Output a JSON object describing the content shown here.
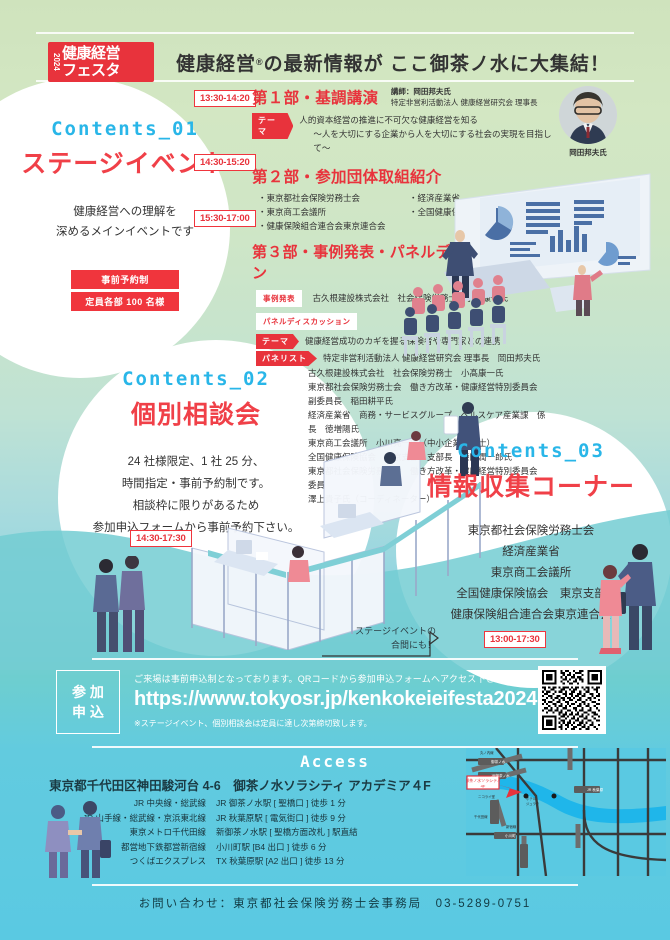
{
  "header": {
    "logo_year": "2024",
    "logo_line1": "健康経営",
    "logo_line2": "フェスタ",
    "headline_pre": "健康経営",
    "headline_reg": "®",
    "headline_post": "の最新情報が ここ御茶ノ水に大集結！"
  },
  "contents01": {
    "number": "Contents_01",
    "title": "ステージイベント",
    "body_line1": "健康経営への理解を",
    "body_line2": "深めるメインイベントです",
    "badge_reserve": "事前予約制",
    "badge_capacity": "定員各部 100 名様"
  },
  "program": {
    "parts": [
      {
        "time": "13:30-14:20",
        "title": "第１部・基調講演",
        "lecturer_line1": "講師：岡田邦夫氏",
        "lecturer_line2": "特定非営利活動法人 健康経営研究会 理事長",
        "theme_tag": "テーマ",
        "theme_line1": "人的資本経営の推進に不可欠な健康経営を知る",
        "theme_line2": "〜人を大切にする企業から人を大切にする社会の実現を目指して〜"
      },
      {
        "time": "14:30-15:20",
        "title": "第２部・参加団体取組紹介",
        "orgs_left": [
          "東京都社会保険労務士会",
          "東京商工会議所",
          "健康保険組合連合会東京連合会"
        ],
        "orgs_right": [
          "経済産業省",
          "全国健康保険協会　東京支部"
        ]
      },
      {
        "time": "15:30-17:00",
        "title": "第３部・事例発表・パネルディスカッション",
        "case_tag": "事例発表",
        "case_text": "古久根建設株式会社　社会保険労務士　小髙康一氏",
        "panel_tag": "パネルディスカッション",
        "theme_tag": "テーマ",
        "theme_text": "健康経営成功のカギを握る保険者や専門家との連携",
        "panelist_tag": "パネリスト",
        "panelists": [
          "特定非営利活動法人 健康経営研究会 理事長　岡田邦夫氏",
          "古久根建設株式会社　社会保険労務士　小髙康一氏",
          "東京都社会保険労務士会　働き方改革・健康経営特別委員会　副委員長　稲田耕平氏",
          "経済産業省　商務・サービスグループ　ヘルスケア産業課　係長　徳増陽氏",
          "東京商工会議所　小川亮一氏（中小企業診断士）",
          "全国健康保険協会　東京支部　支部長　柴田潤一郎氏",
          "東京都社会保険労務士会　働き方改革・健康経営特別委員会　委員",
          "澤上貴子氏（コーディネーター）"
        ]
      }
    ]
  },
  "speaker": {
    "name": "岡田邦夫氏"
  },
  "contents02": {
    "number": "Contents_02",
    "title": "個別相談会",
    "body_line1": "24 社様限定、1 社 25 分、",
    "body_line2": "時間指定・事前予約制です。",
    "body_line3": "相談枠に限りがあるため",
    "body_line4": "参加申込フォームから事前予約下さい。",
    "time_badge": "14:30-17:30",
    "note_line1": "ステージイベントの",
    "note_line2": "合間にも！"
  },
  "contents03": {
    "number": "Contents_03",
    "title": "情報収集コーナー",
    "orgs": [
      "東京都社会保険労務士会",
      "経済産業省",
      "東京商工会議所",
      "全国健康保険協会　東京支部",
      "健康保険組合連合会東京連合会"
    ],
    "time_badge": "13:00-17:30"
  },
  "registration": {
    "box_line1": "参 加",
    "box_line2": "申 込",
    "note": "ご来場は事前申込制となっております。QRコードから参加申込フォームへアクセス下さい。",
    "url": "https://www.tokyosr.jp/kenkokeieifesta2024",
    "disclaimer": "※ステージイベント、個別相談会は定員に達し次第締切致します。",
    "qr_label": "qr-code"
  },
  "access": {
    "title": "Access",
    "address": "東京都千代田区神田駿河台 4-6　御茶ノ水ソラシティ アカデミア４F",
    "routes": [
      {
        "line": "JR 中央線・総武線",
        "station": "JR 御茶ノ水駅 [ 聖橋口 ] 徒歩 1 分"
      },
      {
        "line": "JR 山手線・総武線・京浜東北線",
        "station": "JR 秋葉原駅 [ 電気街口 ] 徒歩 9 分"
      },
      {
        "line": "東京メトロ千代田線",
        "station": "新御茶ノ水駅 [ 聖橋方面改札 ] 駅直結"
      },
      {
        "line": "都営地下鉄都営新宿線",
        "station": "小川町駅 [B4 出口 ] 徒歩 6 分"
      },
      {
        "line": "つくばエクスプレス",
        "station": "TX 秋葉原駅 [A2 出口 ] 徒歩 13 分"
      }
    ],
    "map": {
      "callout": "御茶ノ水ソラシティ 4F",
      "labels": [
        "丸ノ内線",
        "御茶ノ水",
        "JR 御茶ノ水",
        "ニコライ堂",
        "千代田線",
        "新宿線",
        "小川町",
        "ホテル ジュラク",
        "JR 秋葉原"
      ]
    }
  },
  "footer": {
    "text": "お問い合わせ：東京都社会保険労務士会事務局　03-5289-0751"
  },
  "colors": {
    "red": "#e8333c",
    "cyan": "#29b6e8",
    "teal": "#5ac9e2",
    "green": "#cfe3bd",
    "white": "#ffffff"
  }
}
